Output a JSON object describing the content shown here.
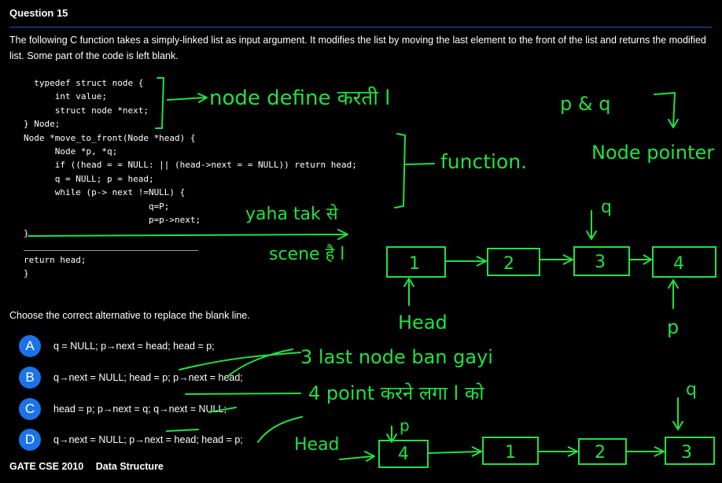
{
  "question": {
    "title": "Question 15"
  },
  "description": "The following C function takes a simply-linked list as input argument. It modifies the list by moving the last element to the front of the list and returns the modified list. Some part of the code is left blank.",
  "code": {
    "lines": [
      "  typedef struct node {",
      "      int value;",
      "      struct node *next;",
      "} Node;",
      "Node *move_to_front(Node *head) {",
      "      Node *p, *q;",
      "      if ((head = = NULL: || (head->next = = NULL)) return head;",
      "      q = NULL; p = head;",
      "      while (p-> next !=NULL) {",
      "                        q=P;",
      "                        p=p->next;",
      "}"
    ],
    "after_blank": [
      "return head;",
      "}"
    ]
  },
  "prompt": "Choose the correct alternative to replace the blank line.",
  "options": [
    {
      "letter": "A",
      "text": "q = NULL; p→next = head; head = p;"
    },
    {
      "letter": "B",
      "text": "q→next = NULL; head = p; p→next = head;"
    },
    {
      "letter": "C",
      "text": "head = p; p→next = q; q→next = NULL;"
    },
    {
      "letter": "D",
      "text": "q→next = NULL; p→next = head; head = p;"
    }
  ],
  "footer": {
    "exam": "GATE CSE 2010",
    "topic": "Data Structure"
  },
  "annotations": {
    "color": "#22e040",
    "node_define": "node define करती l",
    "p_q": "p & q",
    "node_pointer": "Node pointer",
    "function": "function.",
    "yaha_tak": "yaha tak से",
    "scene": "scene है l",
    "head_top": "Head",
    "p_top": "p",
    "q_top": "q",
    "list_before": [
      "1",
      "2",
      "3",
      "4"
    ],
    "last_node": "3 last node ban gayi",
    "four_point": "4 point करने लगा l को",
    "head_bottom": "Head",
    "p_bottom": "p",
    "q_bottom": "q",
    "list_after": [
      "4",
      "1",
      "2",
      "3"
    ]
  }
}
